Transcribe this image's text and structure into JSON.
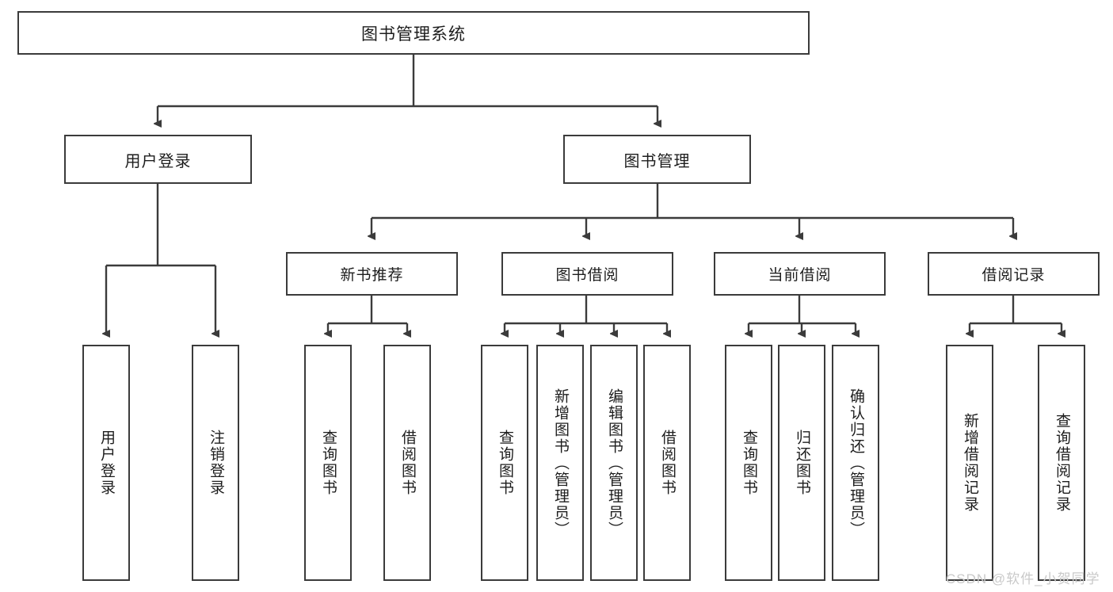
{
  "diagram": {
    "title": "图书管理系统",
    "watermark": "CSDN @软件_小贺同学",
    "colors": {
      "stroke": "#3b3b3b",
      "background": "#ffffff",
      "text": "#1d1d1d",
      "watermark": "#c9c9c9"
    },
    "nodes": {
      "root": {
        "label": "图书管理系统"
      },
      "level2": [
        {
          "id": "user-login",
          "label": "用户登录"
        },
        {
          "id": "book-management",
          "label": "图书管理"
        }
      ],
      "level3": [
        {
          "id": "new-book-recommend",
          "label": "新书推荐"
        },
        {
          "id": "book-borrow",
          "label": "图书借阅"
        },
        {
          "id": "current-borrow",
          "label": "当前借阅"
        },
        {
          "id": "borrow-record",
          "label": "借阅记录"
        }
      ],
      "leaves": [
        {
          "id": "leaf-user-login",
          "label": "用户登录",
          "parent": "user-login"
        },
        {
          "id": "leaf-logout-login",
          "label": "注销登录",
          "parent": "user-login"
        },
        {
          "id": "leaf-query-book-1",
          "label": "查询图书",
          "parent": "new-book-recommend"
        },
        {
          "id": "leaf-borrow-book-1",
          "label": "借阅图书",
          "parent": "new-book-recommend"
        },
        {
          "id": "leaf-query-book-2",
          "label": "查询图书",
          "parent": "book-borrow"
        },
        {
          "id": "leaf-add-book",
          "label": "新增图书（管理员）",
          "parent": "book-borrow"
        },
        {
          "id": "leaf-edit-book",
          "label": "编辑图书（管理员）",
          "parent": "book-borrow"
        },
        {
          "id": "leaf-borrow-book-2",
          "label": "借阅图书",
          "parent": "book-borrow"
        },
        {
          "id": "leaf-query-book-3",
          "label": "查询图书",
          "parent": "current-borrow"
        },
        {
          "id": "leaf-return-book",
          "label": "归还图书",
          "parent": "current-borrow"
        },
        {
          "id": "leaf-confirm-return",
          "label": "确认归还（管理员）",
          "parent": "current-borrow"
        },
        {
          "id": "leaf-add-borrow-record",
          "label": "新增借阅记录",
          "parent": "borrow-record"
        },
        {
          "id": "leaf-query-borrow-record",
          "label": "查询借阅记录",
          "parent": "borrow-record"
        }
      ]
    }
  }
}
